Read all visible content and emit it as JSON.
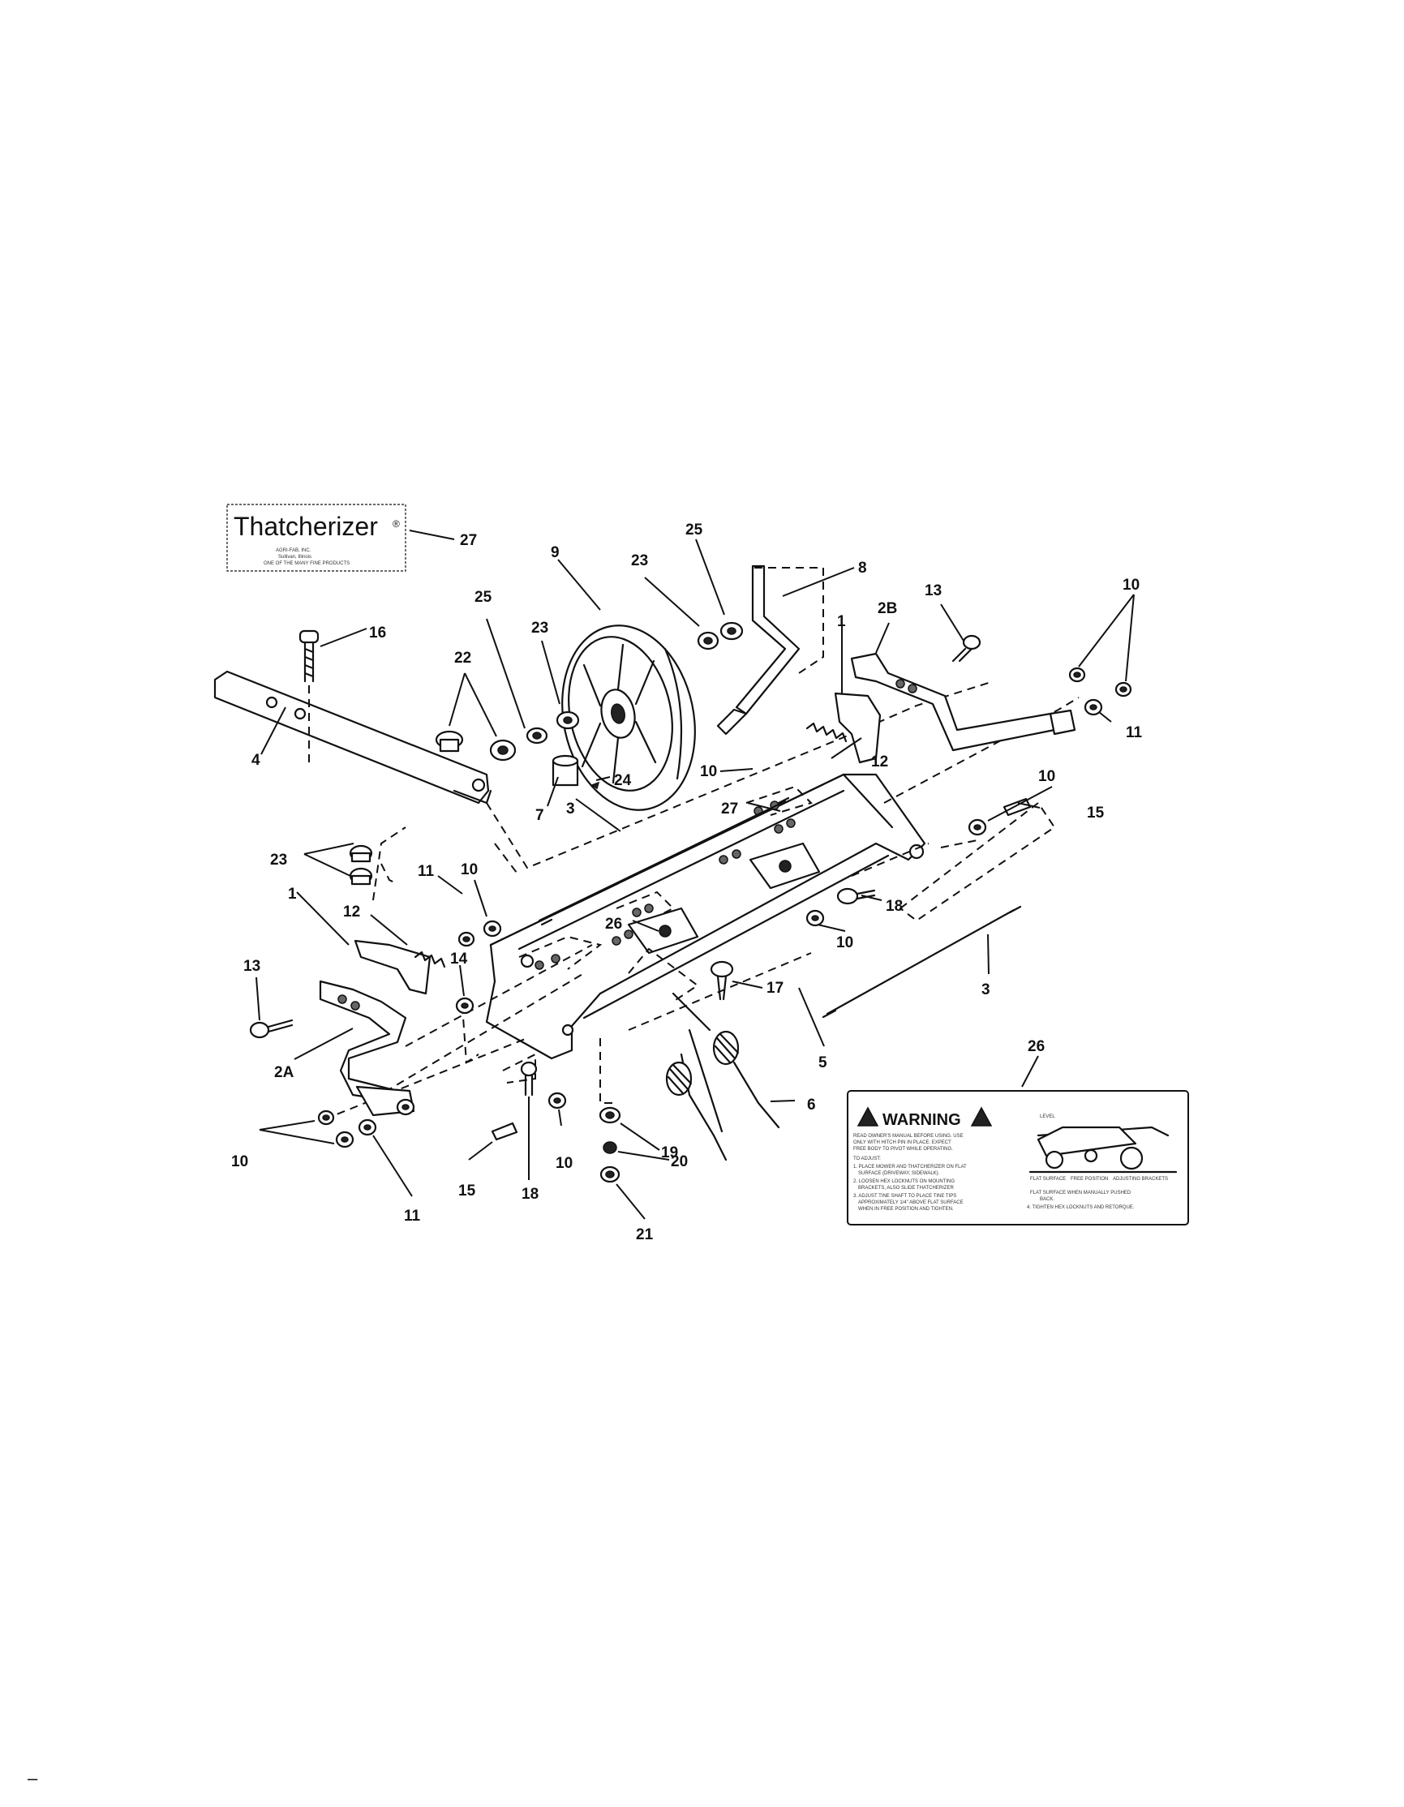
{
  "decal_thatcherizer": {
    "title": "Thatcherizer",
    "registered_mark": "®",
    "fine_lines": [
      "AGRI-FAB, INC.",
      "Sullivan, Illinois",
      "ONE OF THE MANY FINE PRODUCTS"
    ]
  },
  "decal_warning": {
    "heading": "WARNING",
    "text_lines": [
      "READ OWNER'S MANUAL BEFORE USING. USE",
      "ONLY WITH HITCH PIN IN PLACE. EXPECT",
      "FREE BODY TO PIVOT WHILE OPERATING.",
      "TO ADJUST:",
      "1. PLACE MOWER AND THATCHERIZER ON FLAT",
      "SURFACE (DRIVEWAY, SIDEWALK).",
      "2. LOOSEN HEX LOCKNUTS ON MOUNTING",
      "BRACKETS, ALSO SLIDE THATCHERIZER",
      "3. ADJUST TINE SHAFT TO PLACE TINE TIPS",
      "APPROXIMATELY 1/4\" ABOVE FLAT SURFACE",
      "WHEN IN FREE POSITION AND TIGHTEN."
    ],
    "figure_labels": [
      "LEVEL",
      "FLAT SURFACE",
      "FREE POSITION",
      "ADJUSTING BRACKETS"
    ],
    "footer_lines": [
      "FLAT SURFACE WHEN MANUALLY PUSHED",
      "BACK.",
      "4. TIGHTEN HEX LOCKNUTS AND RETORQUE."
    ]
  },
  "callouts": [
    "27",
    "9",
    "25",
    "23",
    "8",
    "25",
    "23",
    "22",
    "16",
    "2B",
    "13",
    "10",
    "1",
    "4",
    "11",
    "12",
    "10",
    "24",
    "10",
    "7",
    "3",
    "15",
    "23",
    "27",
    "11",
    "10",
    "12",
    "1",
    "18",
    "26",
    "10",
    "14",
    "13",
    "17",
    "3",
    "5",
    "2A",
    "6",
    "26",
    "10",
    "19",
    "15",
    "18",
    "10",
    "20",
    "11",
    "21"
  ],
  "footer_mark": "–"
}
